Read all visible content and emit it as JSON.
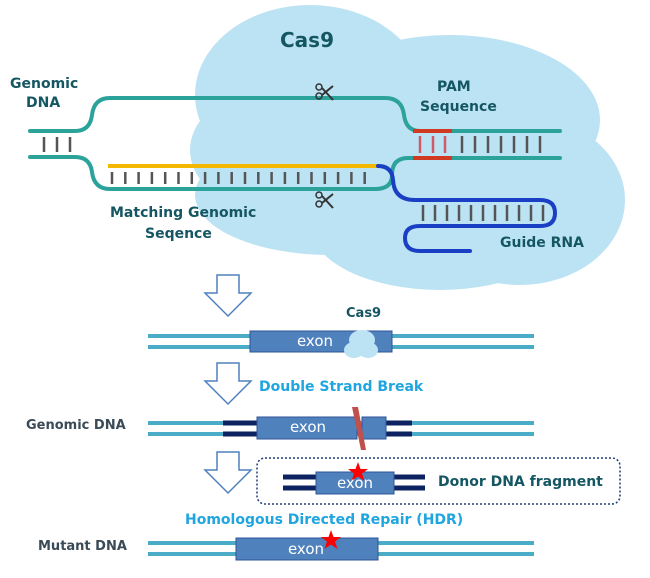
{
  "diagram": {
    "title": "CRISPR-Cas9 genome editing via Homologous Directed Repair",
    "top_panel": {
      "protein_label": "Cas9",
      "labels": {
        "genomic_dna": [
          "Genomic",
          "DNA"
        ],
        "pam": [
          "PAM",
          "Sequence"
        ],
        "matching": [
          "Matching Genomic",
          "Seqence"
        ],
        "guide_rna": "Guide RNA"
      },
      "icons": [
        "scissors-icon",
        "scissors-icon"
      ]
    },
    "steps": {
      "step1": {
        "exon_label": "exon",
        "protein_label": "Cas9"
      },
      "step2": {
        "caption": "Double Strand Break",
        "row_label": "Genomic DNA",
        "exon_label": "exon"
      },
      "donor": {
        "exon_label": "exon",
        "caption": "Donor DNA fragment"
      },
      "step3": {
        "caption": "Homologous Directed Repair (HDR)",
        "row_label": "Mutant DNA",
        "exon_label": "exon"
      }
    },
    "colors": {
      "cloud": "#bce3f3",
      "strand_teal": "#2ba39b",
      "strand_light": "#4aacc6",
      "guide_rna": "#1a3fc4",
      "matching_yellow": "#f5b800",
      "pam_red": "#d03a22",
      "exon": "#4f81bd",
      "donor_dark": "#0d2361",
      "caption_blue": "#1fa5e0",
      "label_dark": "#155663",
      "mutation_star": "#ff0000"
    }
  }
}
